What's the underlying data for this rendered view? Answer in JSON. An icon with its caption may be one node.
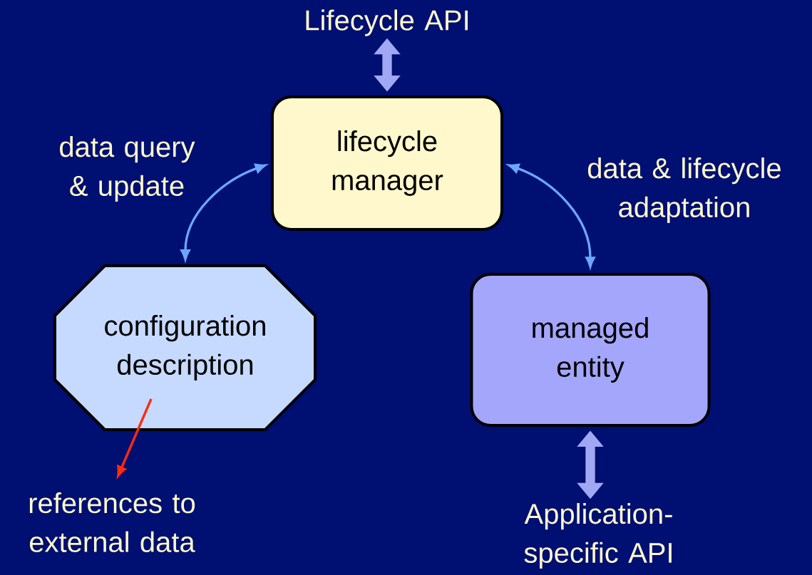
{
  "diagram": {
    "nodes": [
      {
        "text": [
          "lifecycle manager"
        ]
      },
      {
        "text": [
          "configuration description"
        ]
      },
      {
        "text": [
          "managed entity"
        ]
      },
      {
        "text": [
          "Lifecycle API"
        ]
      },
      {
        "text": [
          "references to external data"
        ]
      },
      {
        "text": [
          "Application- specific API"
        ]
      }
    ],
    "edges": [
      {
        "from": 3,
        "to": 0,
        "arrow": "both",
        "style": "thick",
        "color": "#a0a8f4"
      },
      {
        "from": 0,
        "to": 1,
        "arrow": "both",
        "label": "data query & update",
        "color": "#6aa6ff"
      },
      {
        "from": 0,
        "to": 2,
        "arrow": "both",
        "label": "data & lifecycle adaptation",
        "color": "#6aa6ff"
      },
      {
        "from": 1,
        "to": 4,
        "arrow": "to",
        "color": "#ff2a10"
      },
      {
        "from": 2,
        "to": 5,
        "arrow": "both",
        "style": "thick",
        "color": "#a0a8f4"
      }
    ]
  }
}
